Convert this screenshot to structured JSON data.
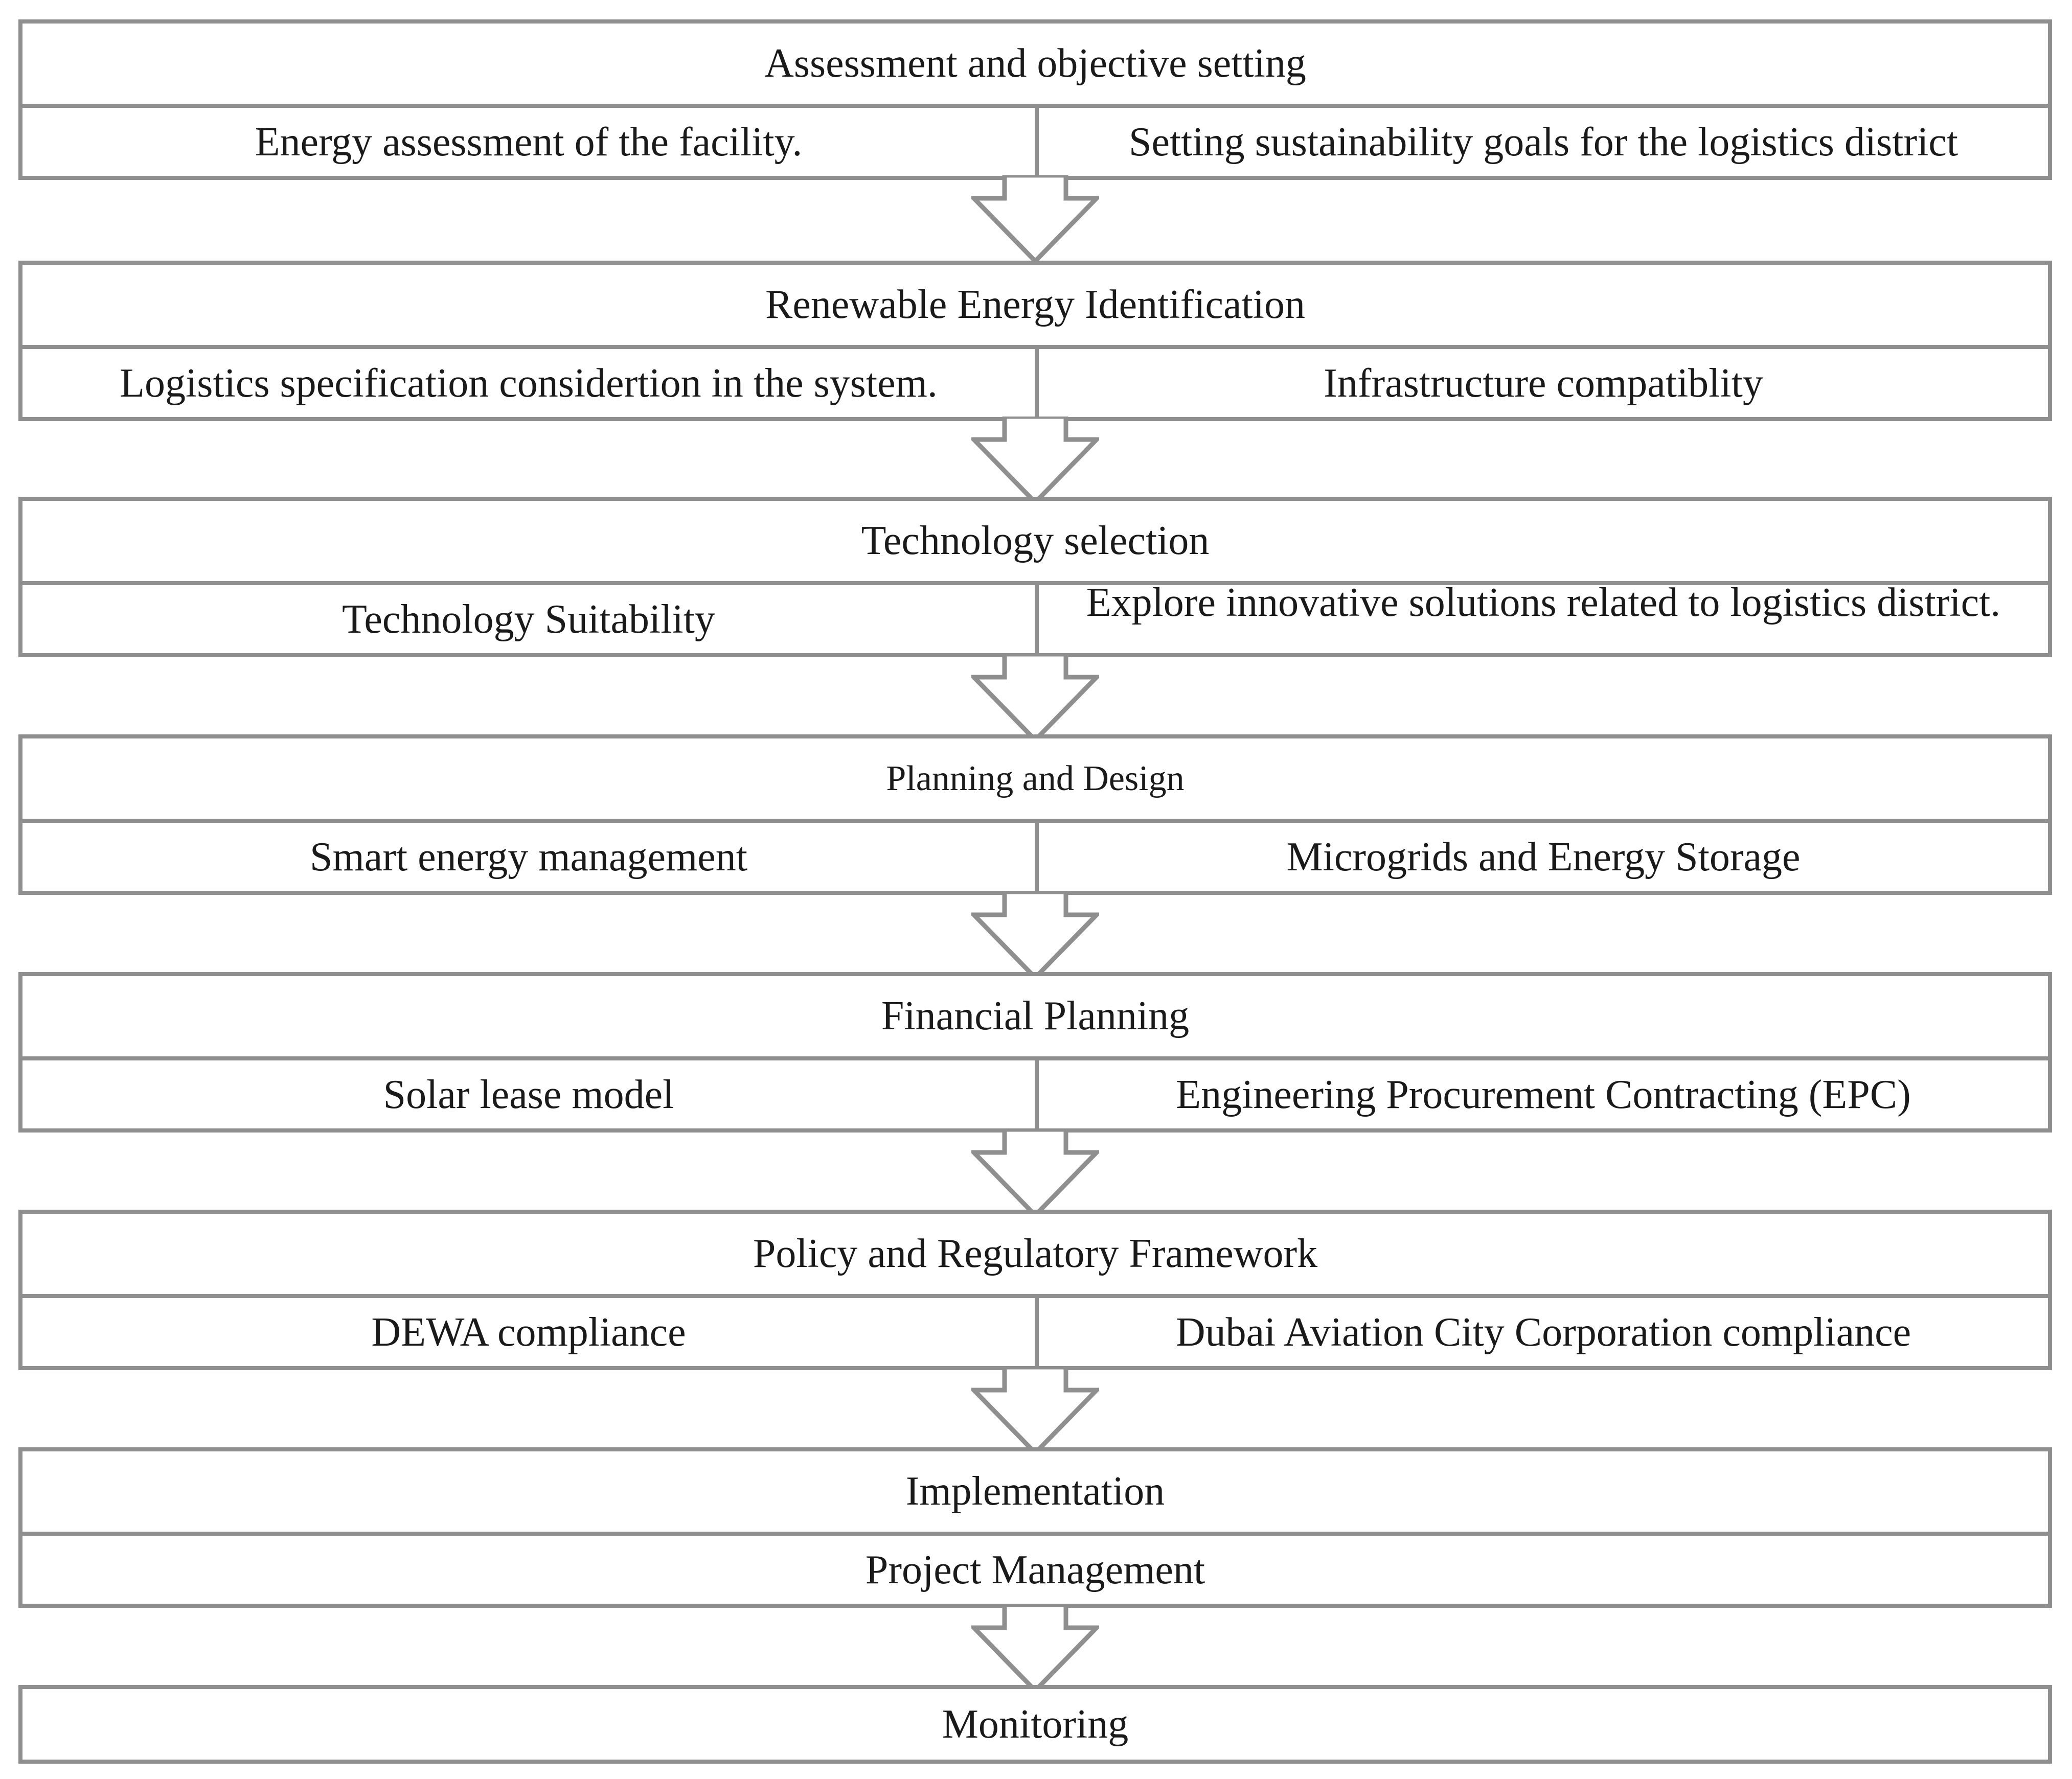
{
  "stages": [
    {
      "title": "Assessment and objective setting",
      "items": [
        "Energy assessment of the facility.",
        "Setting sustainability goals for the logistics district"
      ]
    },
    {
      "title": "Renewable Energy Identification",
      "items": [
        "Logistics specification considertion in the system.",
        "Infrastructure compatiblity"
      ]
    },
    {
      "title": "Technology selection",
      "items": [
        "Technology Suitability",
        "Explore innovative solutions related to logistics district."
      ]
    },
    {
      "title": "Planning and Design",
      "items": [
        "Smart energy management",
        "Microgrids and Energy Storage"
      ]
    },
    {
      "title": "Financial Planning",
      "items": [
        "Solar lease model",
        "Engineering Procurement Contracting (EPC)"
      ]
    },
    {
      "title": "Policy and Regulatory Framework",
      "items": [
        "DEWA compliance",
        "Dubai Aviation City Corporation compliance"
      ]
    },
    {
      "title": "Implementation",
      "items": [
        "Project Management"
      ]
    },
    {
      "title": "Monitoring",
      "items": []
    }
  ]
}
